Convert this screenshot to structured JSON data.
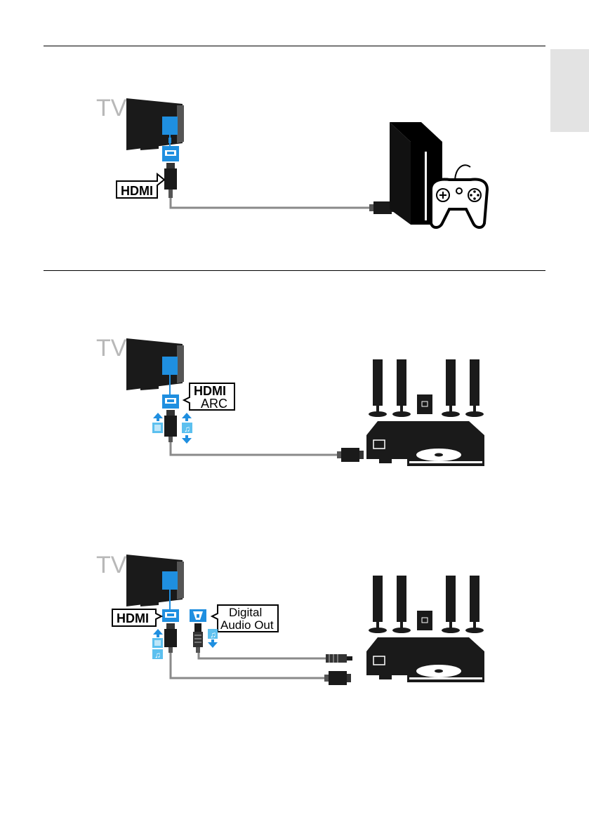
{
  "labels": {
    "tv": "TV",
    "hdmi": "HDMI",
    "hdmi_arc_line1": "HDMI",
    "hdmi_arc_line2": "ARC",
    "digital_audio_line1": "Digital",
    "digital_audio_line2": "Audio Out"
  },
  "colors": {
    "blue_accent": "#1f8fe0",
    "light_blue": "#5cc0ef",
    "tv_grey": "#b8b8b8",
    "dark": "#1a1a1a",
    "cable_grey": "#8a8a8a"
  }
}
